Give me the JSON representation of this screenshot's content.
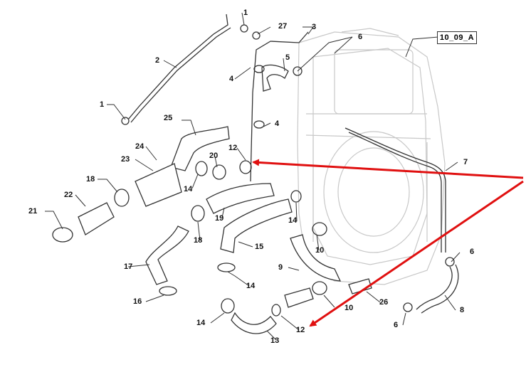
{
  "diagram": {
    "reference_code": "10_09_A",
    "callouts": [
      {
        "id": "c1a",
        "text": "1"
      },
      {
        "id": "c1b",
        "text": "1"
      },
      {
        "id": "c2",
        "text": "2"
      },
      {
        "id": "c3",
        "text": "3"
      },
      {
        "id": "c4a",
        "text": "4"
      },
      {
        "id": "c4b",
        "text": "4"
      },
      {
        "id": "c5",
        "text": "5"
      },
      {
        "id": "c6a",
        "text": "6"
      },
      {
        "id": "c6b",
        "text": "6"
      },
      {
        "id": "c6c",
        "text": "6"
      },
      {
        "id": "c7",
        "text": "7"
      },
      {
        "id": "c8",
        "text": "8"
      },
      {
        "id": "c9",
        "text": "9"
      },
      {
        "id": "c10a",
        "text": "10"
      },
      {
        "id": "c10b",
        "text": "10"
      },
      {
        "id": "c12a",
        "text": "12"
      },
      {
        "id": "c12b",
        "text": "12"
      },
      {
        "id": "c13",
        "text": "13"
      },
      {
        "id": "c14a",
        "text": "14"
      },
      {
        "id": "c14b",
        "text": "14"
      },
      {
        "id": "c14c",
        "text": "14"
      },
      {
        "id": "c14d",
        "text": "14"
      },
      {
        "id": "c15",
        "text": "15"
      },
      {
        "id": "c16",
        "text": "16"
      },
      {
        "id": "c17",
        "text": "17"
      },
      {
        "id": "c18a",
        "text": "18"
      },
      {
        "id": "c18b",
        "text": "18"
      },
      {
        "id": "c19",
        "text": "19"
      },
      {
        "id": "c20",
        "text": "20"
      },
      {
        "id": "c21",
        "text": "21"
      },
      {
        "id": "c22",
        "text": "22"
      },
      {
        "id": "c23",
        "text": "23"
      },
      {
        "id": "c24",
        "text": "24"
      },
      {
        "id": "c25",
        "text": "25"
      },
      {
        "id": "c26",
        "text": "26"
      },
      {
        "id": "c27",
        "text": "27"
      }
    ],
    "colors": {
      "line": "#333333",
      "ghost": "#c8c8c8",
      "arrow": "#e01010"
    }
  }
}
